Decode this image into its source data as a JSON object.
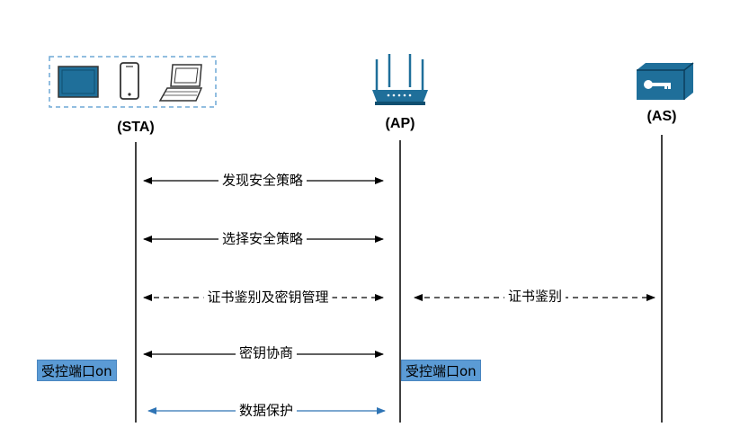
{
  "nodes": {
    "sta": {
      "label": "(STA)"
    },
    "ap": {
      "label": "(AP)"
    },
    "as": {
      "label": "(AS)"
    }
  },
  "messages": {
    "discover": "发现安全策略",
    "select": "选择安全策略",
    "cert_key": "证书鉴别及密钥管理",
    "cert": "证书鉴别",
    "key_negotiate": "密钥协商",
    "data_protect": "数据保护"
  },
  "badges": {
    "sta_port": "受控端口on",
    "ap_port": "受控端口on"
  },
  "colors": {
    "line": "#000000",
    "data_arrow": "#2e74b5",
    "badge_fill": "#5b9bd5",
    "icon_fill": "#1f6f9a"
  }
}
